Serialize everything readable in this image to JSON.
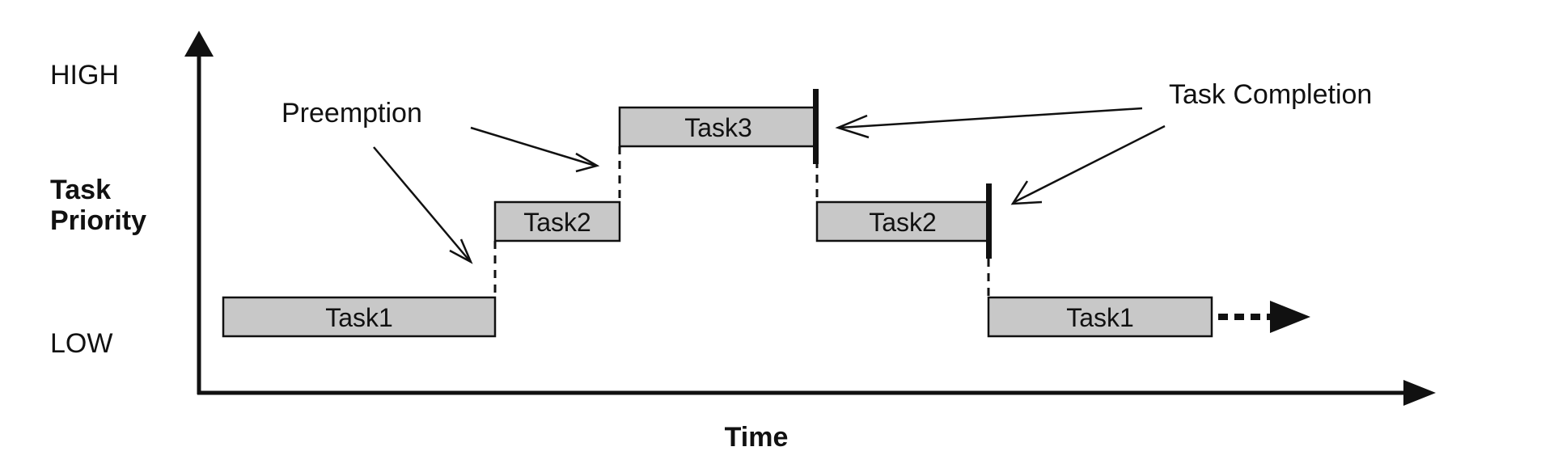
{
  "y_axis": {
    "label_line1": "Task",
    "label_line2": "Priority",
    "high_label": "HIGH",
    "low_label": "LOW"
  },
  "x_axis": {
    "label": "Time"
  },
  "annotations": {
    "preemption": "Preemption",
    "completion": "Task Completion"
  },
  "tasks": [
    {
      "id": "t1a",
      "label": "Task1",
      "priority": "low"
    },
    {
      "id": "t2a",
      "label": "Task2",
      "priority": "medium"
    },
    {
      "id": "t3",
      "label": "Task3",
      "priority": "high"
    },
    {
      "id": "t2b",
      "label": "Task2",
      "priority": "medium"
    },
    {
      "id": "t1b",
      "label": "Task1",
      "priority": "low"
    }
  ],
  "colors": {
    "task_fill": "#c8c8c8",
    "line": "#111111"
  }
}
